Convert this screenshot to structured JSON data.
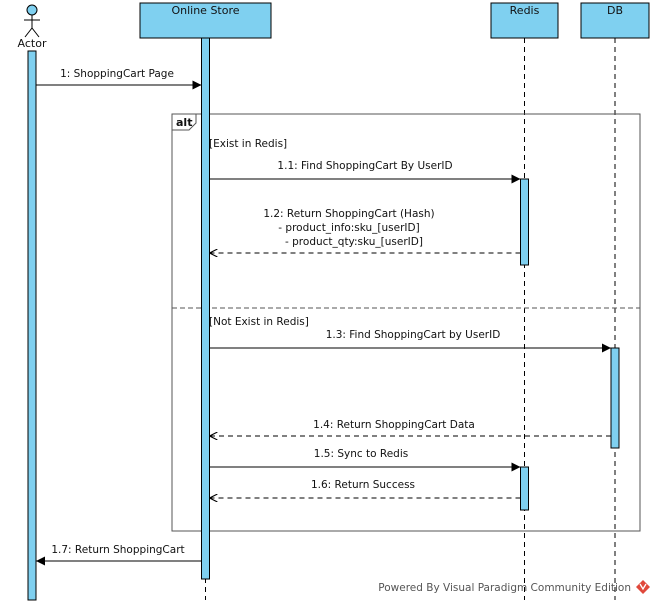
{
  "diagram": {
    "actor": {
      "label": "Actor"
    },
    "participants": [
      {
        "id": "store",
        "label": "Online Store"
      },
      {
        "id": "redis",
        "label": "Redis"
      },
      {
        "id": "db",
        "label": "DB"
      }
    ],
    "fragment": {
      "operator": "alt",
      "guards": [
        "[Exist in Redis]",
        "[Not Exist in Redis]"
      ]
    },
    "messages": [
      {
        "id": "m1",
        "label": "1: ShoppingCart Page",
        "style": "sync"
      },
      {
        "id": "m11",
        "label": "1.1: Find ShoppingCart By UserID",
        "style": "sync"
      },
      {
        "id": "m12",
        "lines": [
          "1.2: Return ShoppingCart (Hash)",
          "- product_info:sku_[userID]",
          "- product_qty:sku_[userID]"
        ],
        "style": "return"
      },
      {
        "id": "m13",
        "label": "1.3: Find ShoppingCart by UserID",
        "style": "sync"
      },
      {
        "id": "m14",
        "label": "1.4: Return ShoppingCart Data",
        "style": "return"
      },
      {
        "id": "m15",
        "label": "1.5: Sync to Redis",
        "style": "sync"
      },
      {
        "id": "m16",
        "label": "1.6: Return Success",
        "style": "return"
      },
      {
        "id": "m17",
        "label": "1.7: Return ShoppingCart",
        "style": "sync"
      }
    ],
    "footer": "Powered By Visual Paradigm Community Edition",
    "colors": {
      "box_fill": "#7fd0f0",
      "line": "#000000",
      "fragment_border": "#555555"
    }
  }
}
